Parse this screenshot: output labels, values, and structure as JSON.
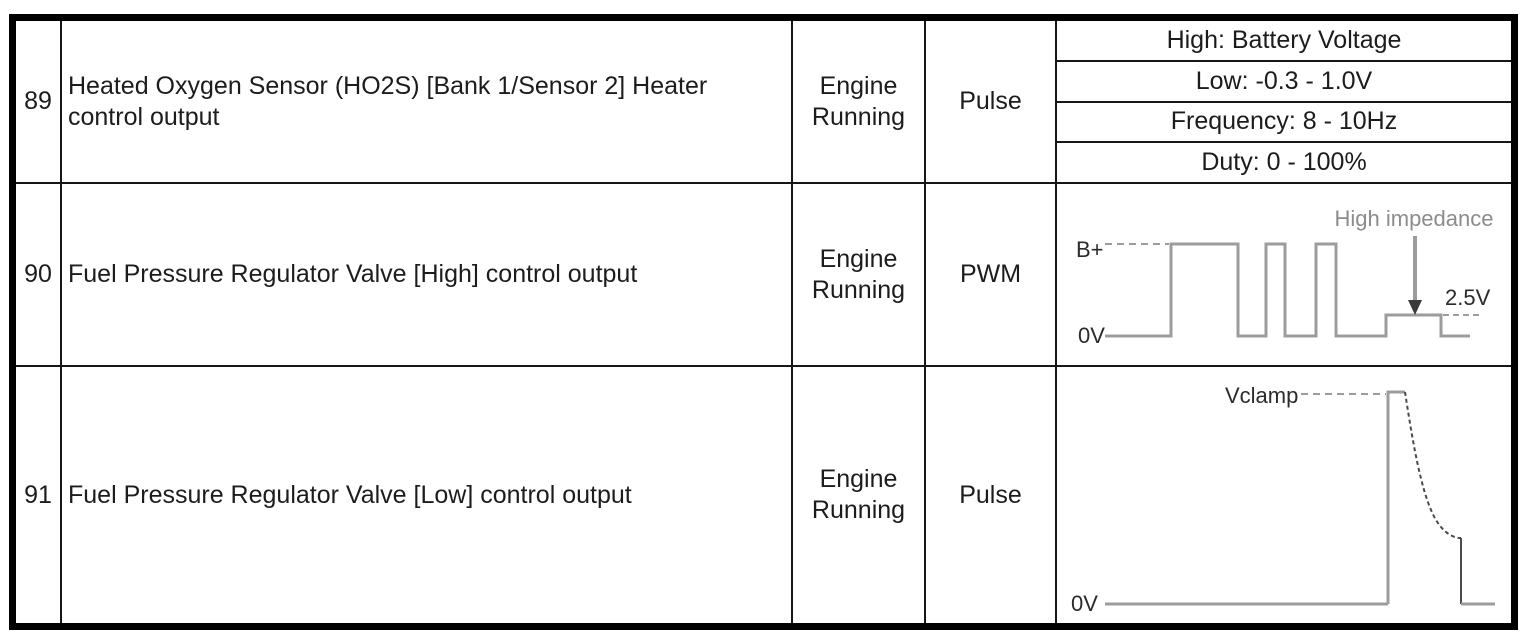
{
  "table": {
    "rows": [
      {
        "pin": "89",
        "description": "Heated Oxygen Sensor (HO2S) [Bank 1/Sensor 2] Heater control output",
        "condition": "Engine Running",
        "signal_type": "Pulse",
        "specs": [
          "High: Battery Voltage",
          "Low: -0.3 - 1.0V",
          "Frequency: 8 - 10Hz",
          "Duty: 0 - 100%"
        ]
      },
      {
        "pin": "90",
        "description": "Fuel Pressure Regulator Valve [High] control output",
        "condition": "Engine Running",
        "signal_type": "PWM",
        "waveform": {
          "high_label": "B+",
          "low_label": "0V",
          "annotation": "High impedance",
          "mid_label": "2.5V"
        }
      },
      {
        "pin": "91",
        "description": "Fuel Pressure Regulator Valve [Low] control output",
        "condition": "Engine Running",
        "signal_type": "Pulse",
        "waveform": {
          "peak_label": "Vclamp",
          "low_label": "0V"
        }
      }
    ]
  },
  "colors": {
    "waveform_gray": "#9c9c9c",
    "annotation_gray": "#8c8c8c",
    "dark_trace": "#4a4a4a",
    "ink": "#1c1c1c",
    "border": "#000000"
  }
}
